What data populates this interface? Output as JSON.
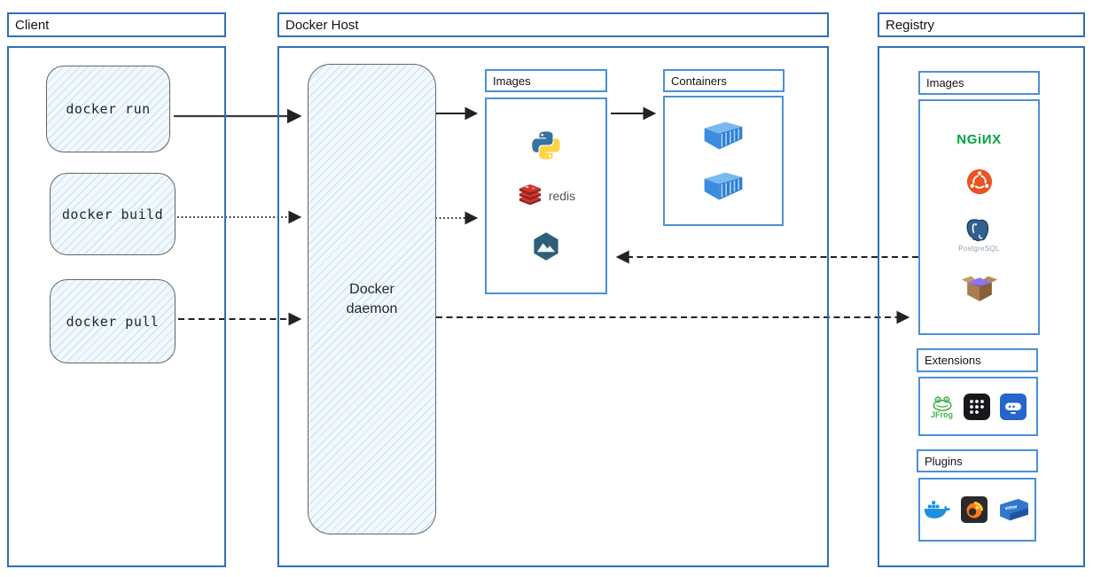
{
  "client": {
    "title": "Client",
    "commands": [
      {
        "label": "docker run",
        "arrow_style": "solid"
      },
      {
        "label": "docker build",
        "arrow_style": "dotted"
      },
      {
        "label": "docker pull",
        "arrow_style": "dashed"
      }
    ]
  },
  "docker_host": {
    "title": "Docker Host",
    "daemon_label": "Docker daemon",
    "images_panel": {
      "title": "Images",
      "items": [
        {
          "name": "python",
          "icon": "python-icon"
        },
        {
          "name": "redis",
          "icon": "redis-icon",
          "label": "redis"
        },
        {
          "name": "alpine",
          "icon": "alpine-icon"
        }
      ]
    },
    "containers_panel": {
      "title": "Containers",
      "items": [
        {
          "name": "container",
          "icon": "container-icon"
        },
        {
          "name": "container",
          "icon": "container-icon"
        }
      ]
    }
  },
  "registry": {
    "title": "Registry",
    "images_panel": {
      "title": "Images",
      "items": [
        {
          "name": "nginx",
          "icon": "nginx-wordmark",
          "label": "NGiИX"
        },
        {
          "name": "ubuntu",
          "icon": "ubuntu-icon"
        },
        {
          "name": "postgresql",
          "icon": "postgresql-icon",
          "label": "PostgreSQL"
        },
        {
          "name": "package-box",
          "icon": "open-box-icon"
        }
      ]
    },
    "extensions_panel": {
      "title": "Extensions",
      "items": [
        {
          "name": "jfrog",
          "icon": "jfrog-icon",
          "label": "JFrog"
        },
        {
          "name": "dots-grid",
          "icon": "dots-grid-icon"
        },
        {
          "name": "disk-drive",
          "icon": "disk-drive-icon"
        }
      ]
    },
    "plugins_panel": {
      "title": "Plugins",
      "items": [
        {
          "name": "docker-whale",
          "icon": "docker-whale-icon"
        },
        {
          "name": "grafana",
          "icon": "grafana-icon"
        },
        {
          "name": "vmware",
          "icon": "vmware-icon",
          "label": "vmw"
        }
      ]
    }
  },
  "arrows": [
    {
      "from": "docker-run",
      "to": "docker-daemon",
      "style": "solid"
    },
    {
      "from": "docker-daemon",
      "to": "host-images",
      "style": "solid"
    },
    {
      "from": "host-images",
      "to": "containers",
      "style": "solid"
    },
    {
      "from": "docker-build",
      "to": "docker-daemon",
      "style": "dotted"
    },
    {
      "from": "docker-daemon",
      "to": "host-images",
      "style": "dotted"
    },
    {
      "from": "docker-pull",
      "to": "docker-daemon",
      "style": "dashed"
    },
    {
      "from": "docker-daemon",
      "to": "registry-images",
      "style": "dashed"
    },
    {
      "from": "registry-images",
      "to": "host-images",
      "style": "dashed"
    }
  ],
  "colors": {
    "outer_border": "#2e6fb7",
    "panel_border": "#4a90d9",
    "arrow": "#222222",
    "sketch_fill": "#f2f9fd",
    "sketch_border": "#5f666d",
    "nginx_green": "#00a33e",
    "redis_red": "#d0342c",
    "ubuntu_orange": "#e95420",
    "postgres_blue": "#32608f"
  }
}
